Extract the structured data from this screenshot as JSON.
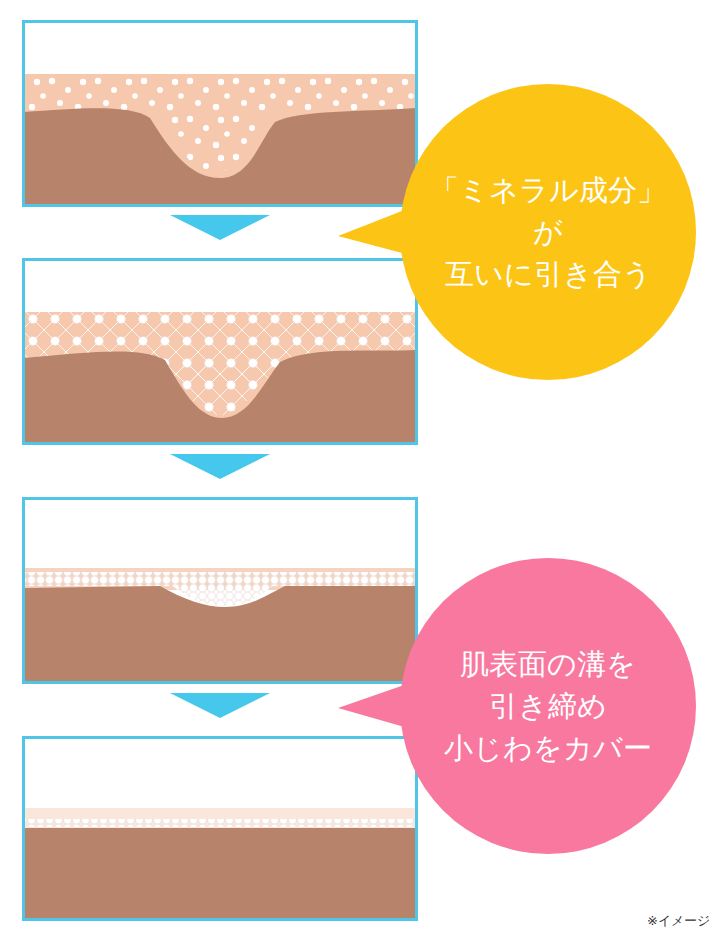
{
  "diagram": {
    "nodes": [
      {
        "text": [
          "「ミネラル成分」 が 互いに引き合う"
        ]
      },
      {
        "text": [
          "肌表面の溝を 引き締め 小じわをカバー"
        ]
      }
    ],
    "labels": [
      "※イメージ"
    ]
  }
}
